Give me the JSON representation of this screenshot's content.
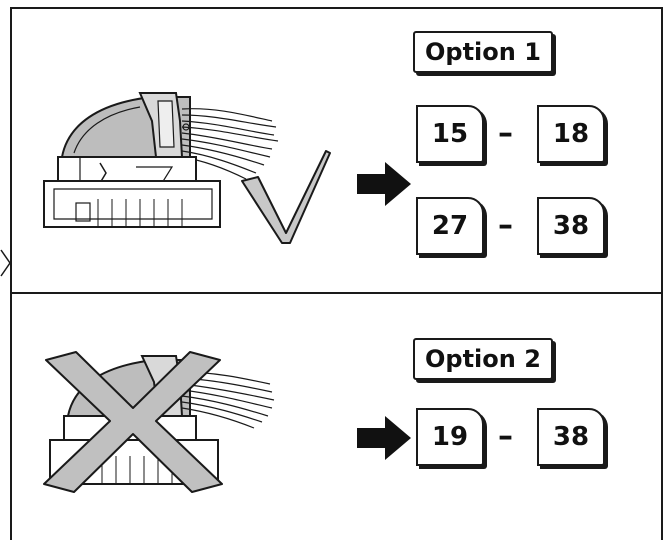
{
  "options": [
    {
      "label": "Option 1",
      "correct": true,
      "ranges": [
        {
          "from": "15",
          "to": "18"
        },
        {
          "from": "27",
          "to": "38"
        }
      ]
    },
    {
      "label": "Option 2",
      "correct": false,
      "ranges": [
        {
          "from": "19",
          "to": "38"
        }
      ]
    }
  ],
  "separator": "–",
  "icons": {
    "correct": "check-mark-icon",
    "incorrect": "cross-mark-icon",
    "pointer": "arrow-right-icon",
    "connector": "connector-icon"
  },
  "colors": {
    "outline": "#1a1a1a",
    "mark_fill": "#c8c8c8",
    "connector_fill": "#bdbdbd"
  }
}
